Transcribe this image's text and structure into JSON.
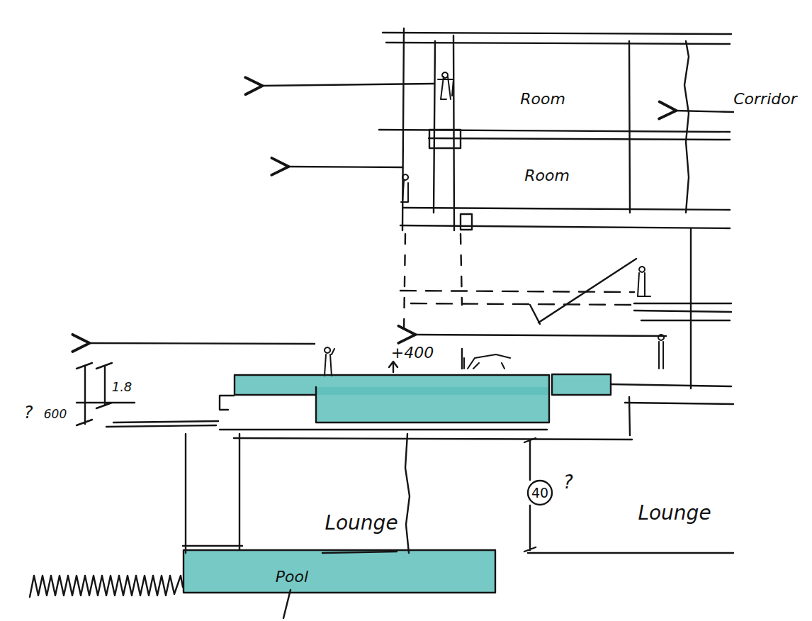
{
  "diagram": {
    "nodes": [
      {
        "text": [
          "Room"
        ]
      },
      {
        "text": [
          "Room"
        ]
      },
      {
        "text": [
          "Pool"
        ]
      }
    ],
    "labels": [
      "Corridor",
      "+400",
      "1.8",
      "?",
      "600",
      "40",
      "?",
      "Lounge",
      "Lounge"
    ]
  }
}
